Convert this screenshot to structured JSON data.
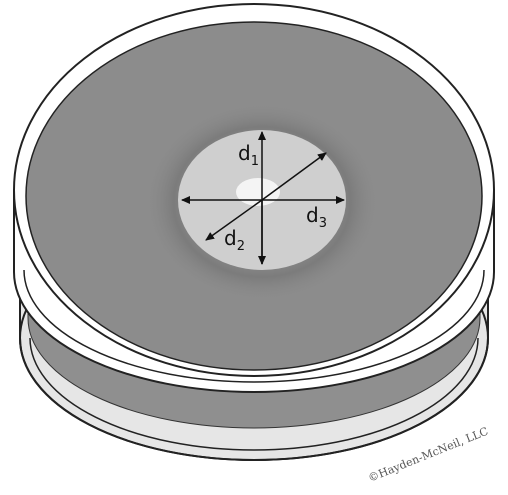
{
  "labels": {
    "d1": {
      "main": "d",
      "sub": "1"
    },
    "d2": {
      "main": "d",
      "sub": "2"
    },
    "d3": {
      "main": "d",
      "sub": "3"
    }
  },
  "copyright": "©Hayden-McNeil, LLC",
  "colors": {
    "agar": "#8c8c8c",
    "dish_side": "#cfcfcf",
    "halo": "#d2d2d2",
    "colony": "#f2f2f2",
    "outline": "#222222"
  }
}
